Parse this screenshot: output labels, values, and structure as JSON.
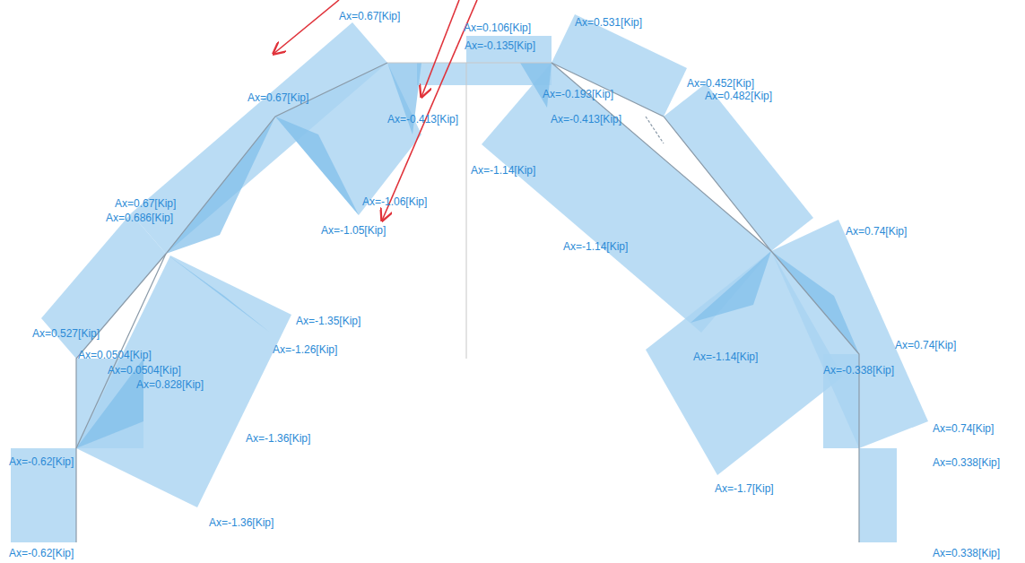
{
  "diagram": {
    "labels": [
      "Ax=0.67[Kip]",
      "Ax=0.106[Kip]",
      "Ax=0.531[Kip]",
      "Ax=-0.135[Kip]",
      "Ax=0.452[Kip]",
      "Ax=0.482[Kip]",
      "Ax=0.67[Kip]",
      "Ax=-0.193[Kip]",
      "Ax=-0.413[Kip]",
      "Ax=-0.413[Kip]",
      "Ax=-1.14[Kip]",
      "Ax=-1.06[Kip]",
      "Ax=0.67[Kip]",
      "Ax=0.686[Kip]",
      "Ax=-1.05[Kip]",
      "Ax=0.74[Kip]",
      "Ax=-1.14[Kip]",
      "Ax=-1.35[Kip]",
      "Ax=0.527[Kip]",
      "Ax=-1.26[Kip]",
      "Ax=0.74[Kip]",
      "Ax=0.0504[Kip]",
      "Ax=-1.14[Kip]",
      "Ax=-0.338[Kip]",
      "Ax=0.0504[Kip]",
      "Ax=0.828[Kip]",
      "Ax=-1.36[Kip]",
      "Ax=0.74[Kip]",
      "Ax=-0.62[Kip]",
      "Ax=0.338[Kip]",
      "Ax=-1.7[Kip]",
      "Ax=-1.36[Kip]",
      "Ax=-0.62[Kip]",
      "Ax=0.338[Kip]"
    ]
  }
}
